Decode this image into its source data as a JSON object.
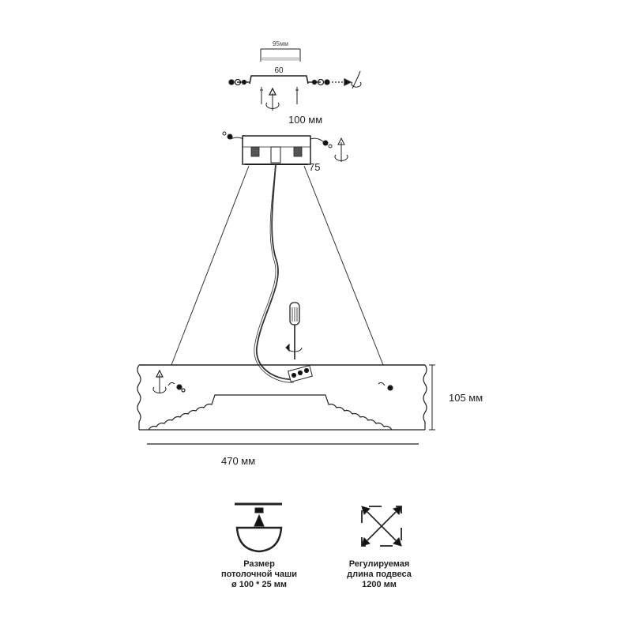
{
  "colors": {
    "line": "#222222",
    "fill_dark": "#111111",
    "bg": "#ffffff"
  },
  "dimensions": {
    "bracket_inner": "95мм",
    "bracket_outer": "60",
    "canopy_width": "100 мм",
    "canopy_height": "75",
    "shade_height": "105 мм",
    "shade_width": "470 мм"
  },
  "icons": {
    "canopy": "ceiling-canopy-icon",
    "suspension": "adjustable-suspension-icon"
  },
  "captions": {
    "canopy": [
      "Размер",
      "потолочной чаши",
      "ø 100 * 25 мм"
    ],
    "suspension": [
      "Регулируемая",
      "длина подвеса",
      "1200 мм"
    ]
  }
}
